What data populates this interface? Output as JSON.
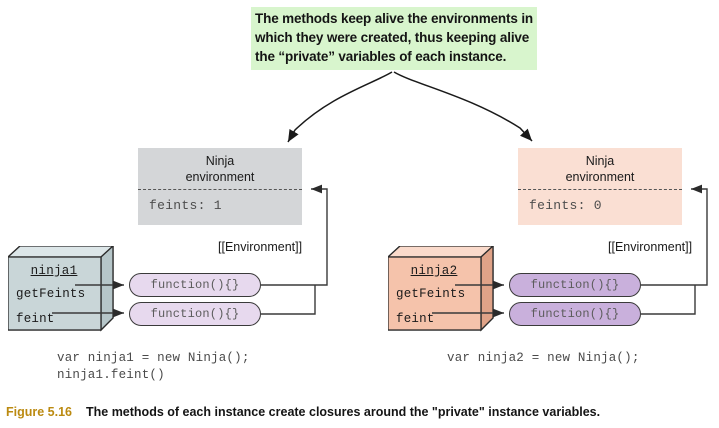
{
  "callout": {
    "lines": [
      "The methods keep alive the environments in",
      "which they were created, thus keeping alive",
      "the “private” variables of each instance."
    ],
    "background_color": "#d8f5cd"
  },
  "environments": {
    "left": {
      "title_line1": "Ninja",
      "title_line2": "environment",
      "variable": "feints: 1",
      "color": "#d4d6d8"
    },
    "right": {
      "title_line1": "Ninja",
      "title_line2": "environment",
      "variable": "feints: 0",
      "color": "#fadfd3"
    }
  },
  "objects": {
    "left": {
      "name": "ninja1",
      "properties": [
        "getFeints",
        "feint"
      ],
      "color": "#c9d6d8",
      "environment_label": "[[Environment]]",
      "functions": [
        "function(){}",
        "function(){}"
      ],
      "function_color": "#e7d9ee"
    },
    "right": {
      "name": "ninja2",
      "properties": [
        "getFeints",
        "feint"
      ],
      "color": "#f5c3ab",
      "environment_label": "[[Environment]]",
      "functions": [
        "function(){}",
        "function(){}"
      ],
      "function_color": "#c9b0dc"
    }
  },
  "code": {
    "left": "var ninja1 = new Ninja();\nninja1.feint()",
    "right": "var ninja2 = new Ninja();"
  },
  "caption": {
    "figure_number": "Figure 5.16",
    "text": "The methods of each instance create closures around the \"private\" instance variables.",
    "number_color": "#bb8a10"
  }
}
